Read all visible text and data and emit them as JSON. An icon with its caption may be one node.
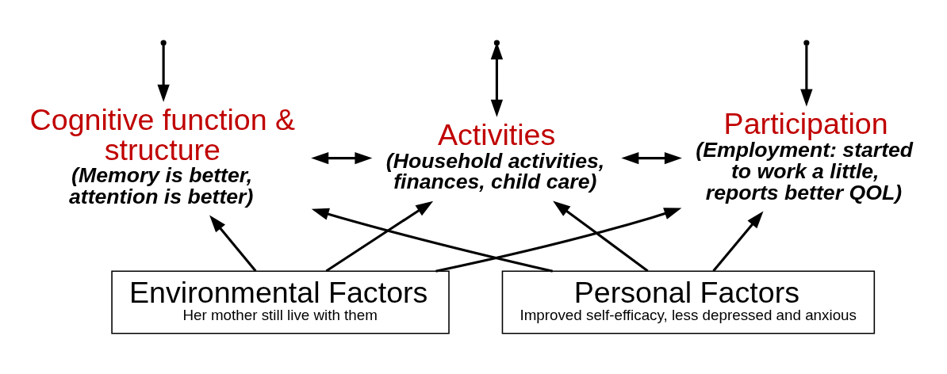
{
  "diagram": {
    "nodes": [
      {
        "text": [
          "Cognitive function & structure",
          "(Memory is better, attention is better)"
        ]
      },
      {
        "text": [
          "Activities",
          "(Household activities, finances, child care)"
        ]
      },
      {
        "text": [
          "Participation",
          "(Employment: started to work a little, reports better QOL)"
        ]
      },
      {
        "text": [
          "Environmental Factors",
          "Her mother still live with them"
        ]
      },
      {
        "text": [
          "Personal Factors",
          "Improved self-efficacy, less depressed and anxious"
        ]
      }
    ],
    "edges": [
      {
        "from": null,
        "to": 0,
        "arrow": "to"
      },
      {
        "from": null,
        "to": 1,
        "arrow": "both"
      },
      {
        "from": null,
        "to": 2,
        "arrow": "to"
      },
      {
        "from": 0,
        "to": 1,
        "arrow": "both"
      },
      {
        "from": 1,
        "to": 2,
        "arrow": "both"
      },
      {
        "from": 3,
        "to": 0,
        "arrow": "to"
      },
      {
        "from": 3,
        "to": 1,
        "arrow": "to"
      },
      {
        "from": 3,
        "to": 2,
        "arrow": "to"
      },
      {
        "from": 4,
        "to": 0,
        "arrow": "to"
      },
      {
        "from": 4,
        "to": 1,
        "arrow": "to"
      },
      {
        "from": 4,
        "to": 2,
        "arrow": "to"
      }
    ]
  }
}
